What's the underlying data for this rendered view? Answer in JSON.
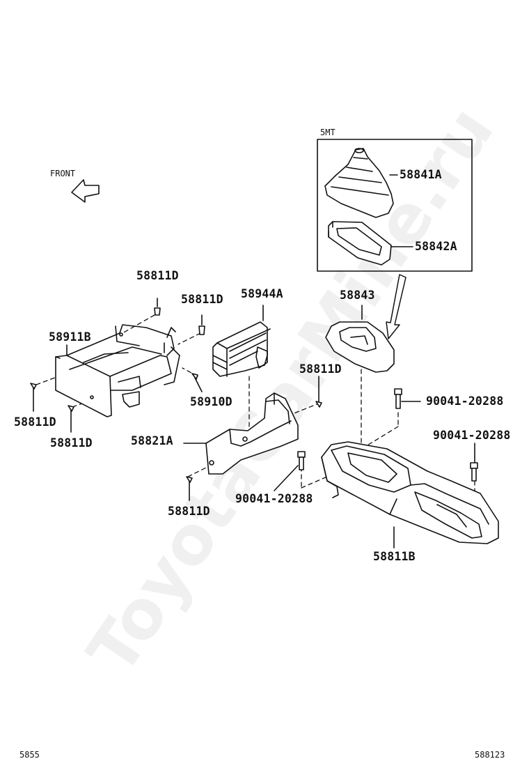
{
  "watermark": "ToyotaCarMine.ru",
  "front_label": "FRONT",
  "variant_label": "5MT",
  "parts": {
    "p58841A": "58841A",
    "p58842A": "58842A",
    "p58843": "58843",
    "p58944A": "58944A",
    "p58911B": "58911B",
    "p58910D": "58910D",
    "p58821A": "58821A",
    "p58811B": "58811B",
    "p58811D_1": "58811D",
    "p58811D_2": "58811D",
    "p58811D_3": "58811D",
    "p58811D_4": "58811D",
    "p58811D_5": "58811D",
    "p58811D_6": "58811D",
    "p90041_1": "90041-20288",
    "p90041_2": "90041-20288",
    "p90041_3": "90041-20288"
  },
  "footer": {
    "left": "5855",
    "right": "588123"
  }
}
